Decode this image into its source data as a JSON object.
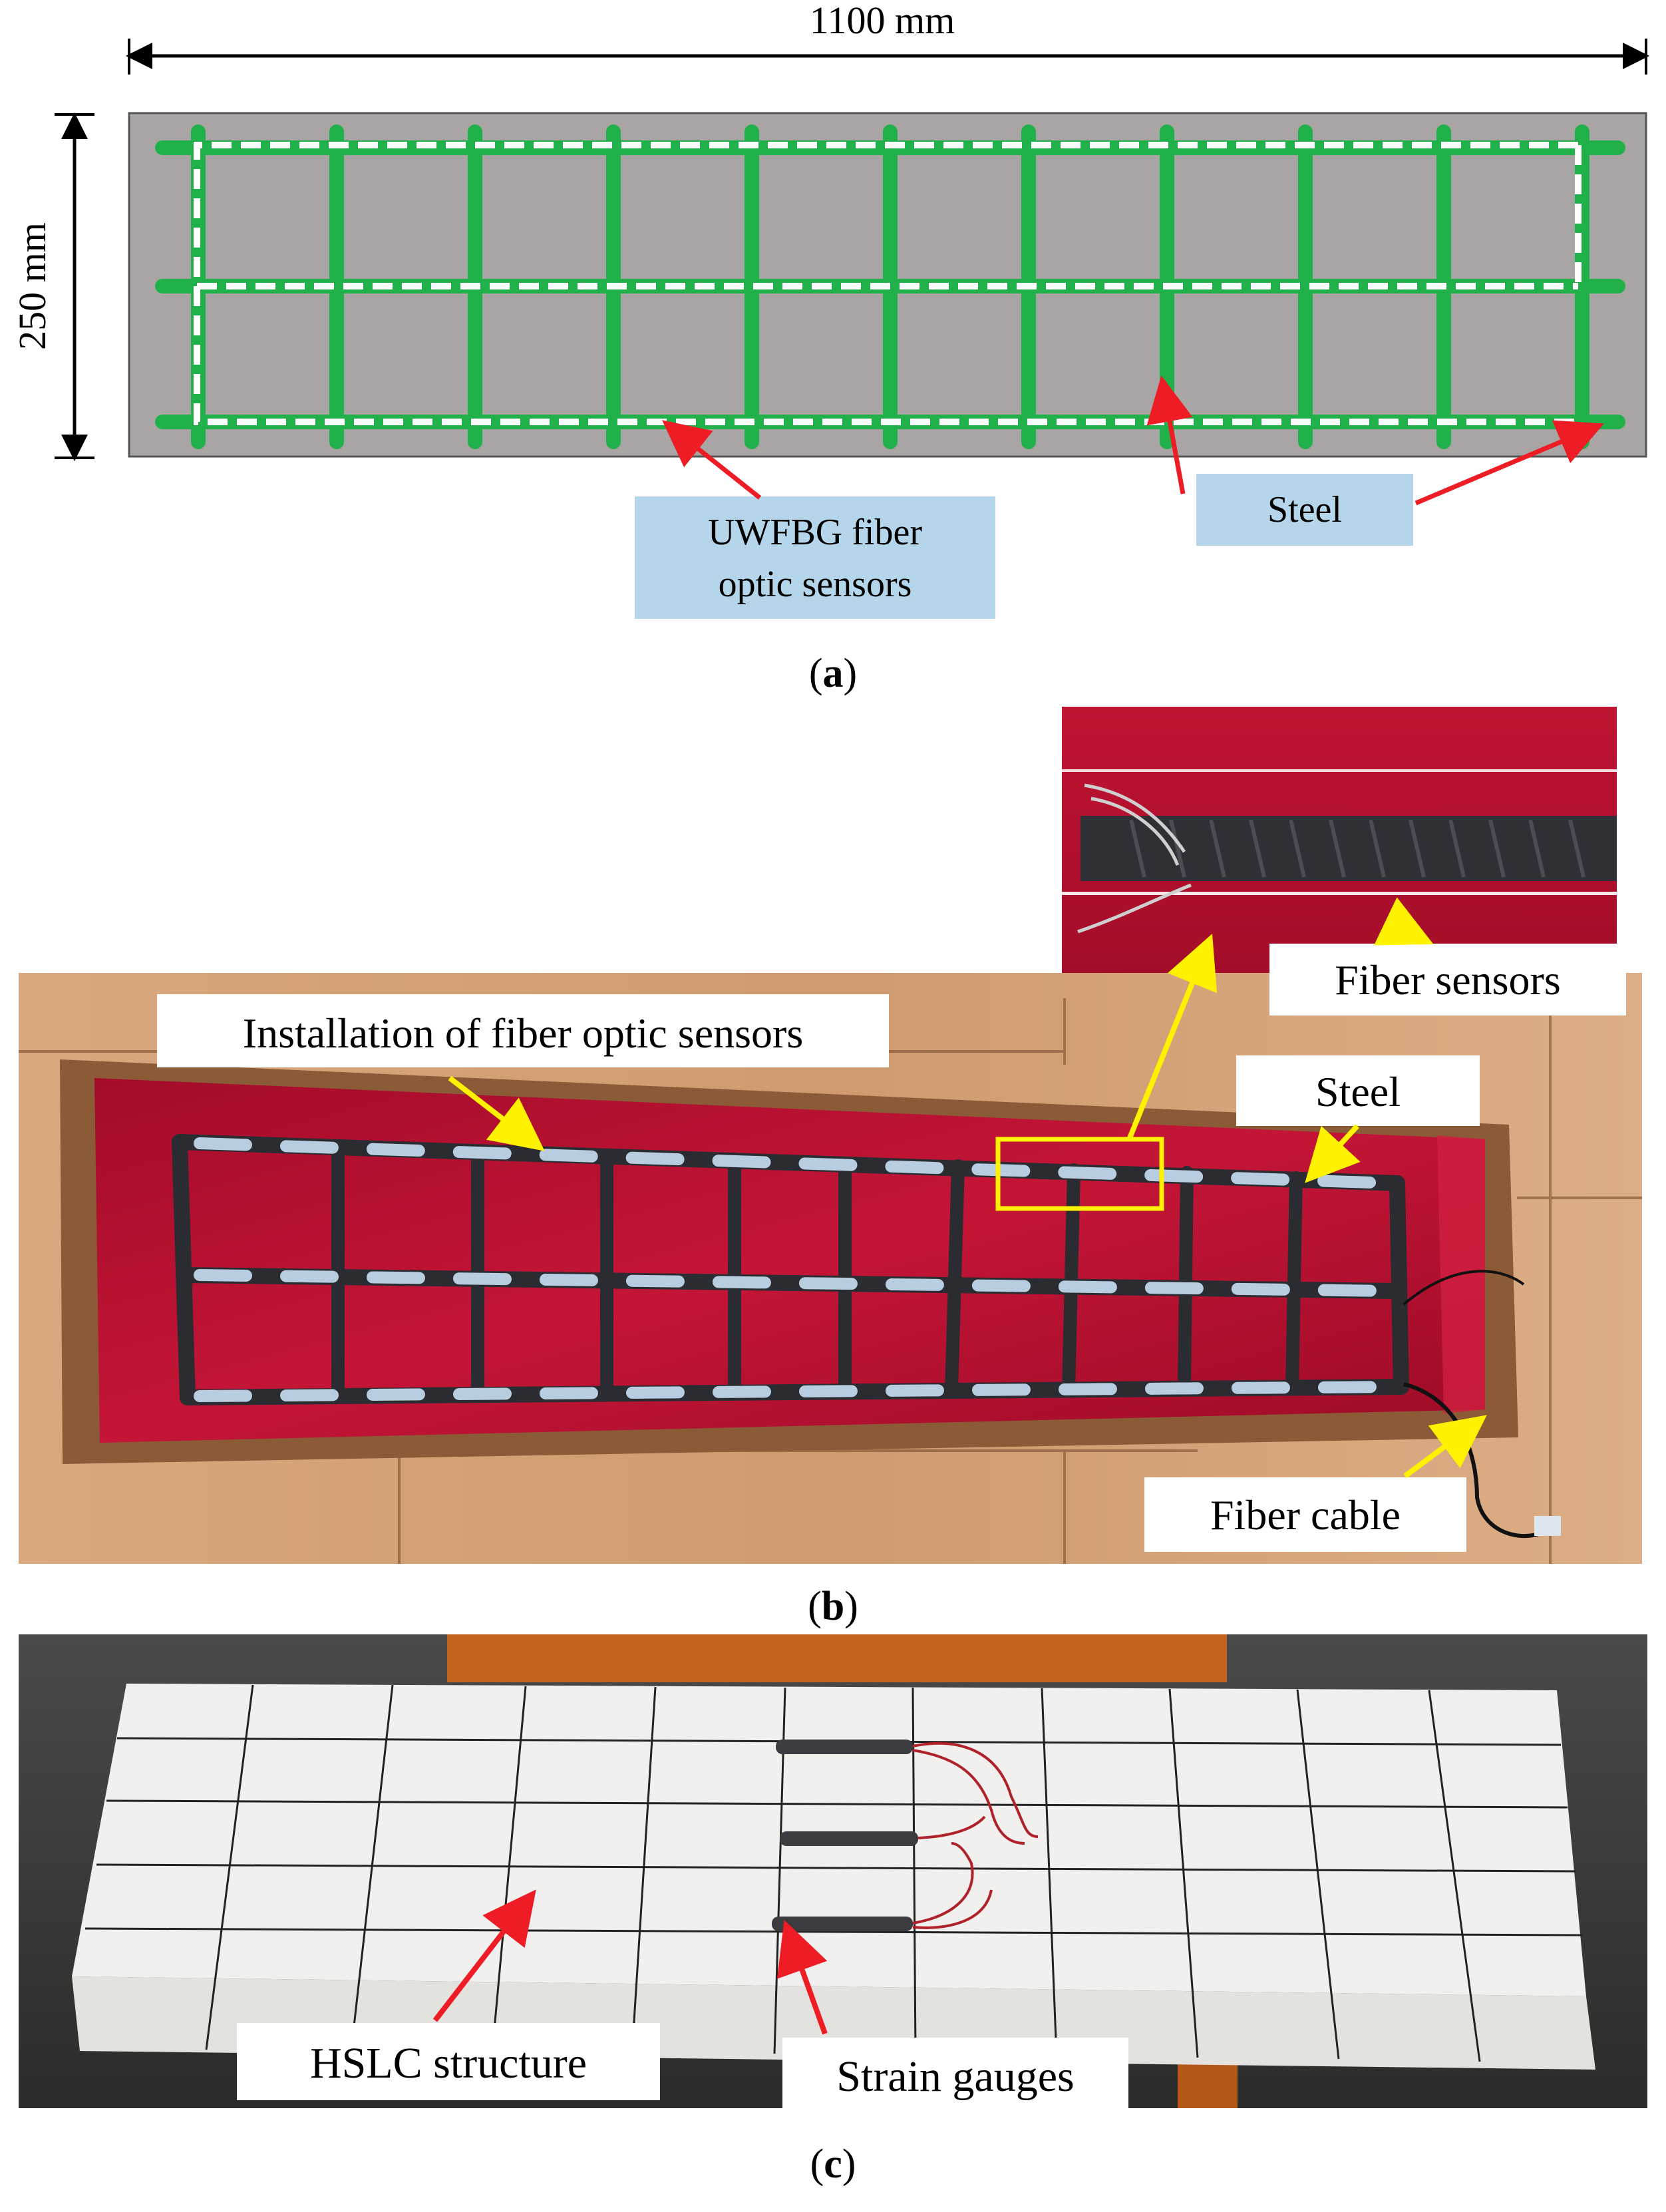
{
  "panel_a": {
    "width_label": "1100 mm",
    "height_label": "250 mm",
    "sensor_label_line1": "UWFBG fiber",
    "sensor_label_line2": "optic sensors",
    "steel_label": "Steel",
    "caption": "(a)",
    "colors": {
      "background": "#a9a5a4",
      "steel": "#21b14b",
      "sensor": "#ffffff",
      "arrow": "#ee1c24",
      "label_box": "#b5d5ea"
    }
  },
  "panel_b": {
    "installation_label": "Installation of fiber optic sensors",
    "steel_label": "Steel",
    "fiber_sensors_label": "Fiber sensors",
    "fiber_cable_label": "Fiber cable",
    "caption": "(b)",
    "colors": {
      "floor": "#d6a47a",
      "mold": "#b5102f",
      "rebar": "#2b2c31",
      "tape": "#b8cde0",
      "arrow": "#fff200",
      "highlight_box": "#fff200"
    }
  },
  "panel_c": {
    "structure_label": "HSLC structure",
    "gauges_label": "Strain gauges",
    "caption": "(c)",
    "colors": {
      "beam": "#f1f0ee",
      "grid": "#222222",
      "arrow": "#ee1c24",
      "wire": "#b0222a"
    }
  }
}
